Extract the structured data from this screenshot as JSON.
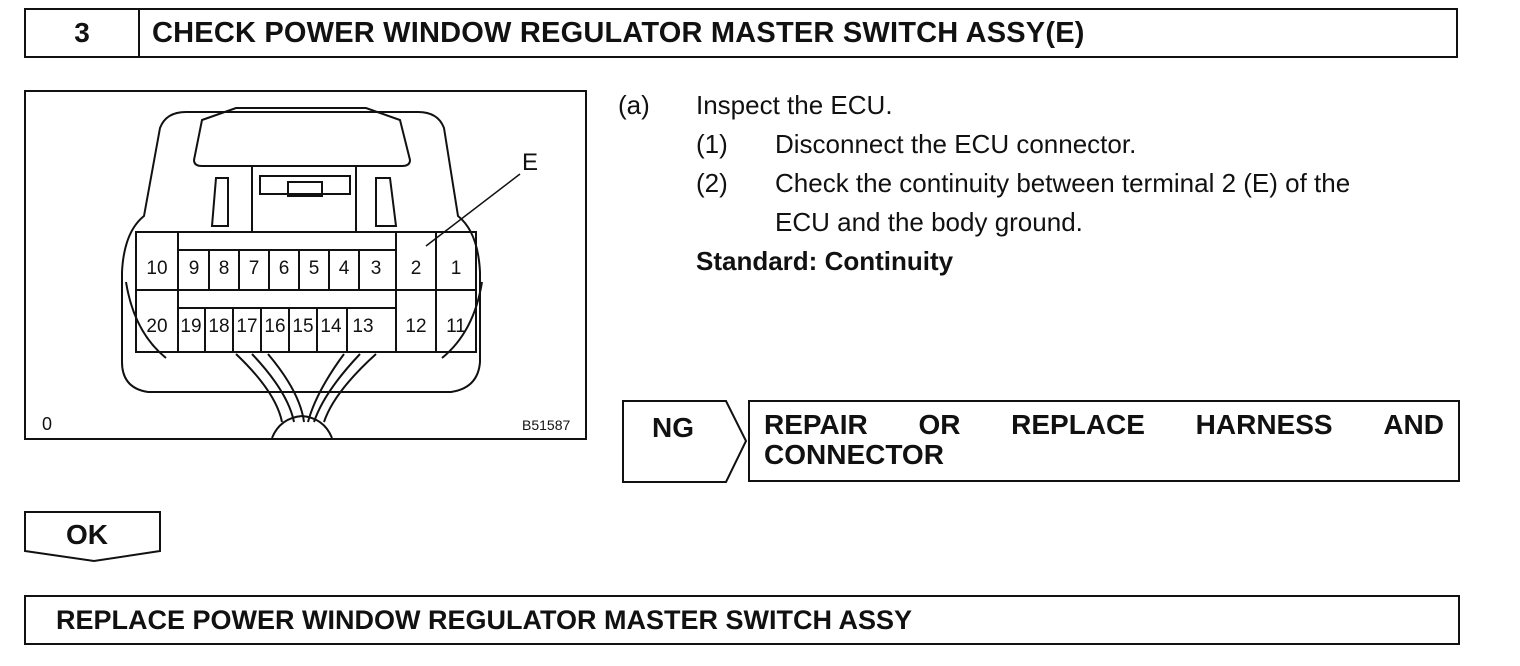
{
  "step": {
    "number": "3",
    "title": "CHECK POWER WINDOW REGULATOR MASTER SWITCH ASSY(E)"
  },
  "figure": {
    "terminal_marker": "E",
    "corner_label": "0",
    "figure_code": "B51587",
    "terminals_top": [
      "10",
      "9",
      "8",
      "7",
      "6",
      "5",
      "4",
      "3",
      "2",
      "1"
    ],
    "terminals_bottom": [
      "20",
      "19",
      "18",
      "17",
      "16",
      "15",
      "14",
      "13",
      "12",
      "11"
    ]
  },
  "instructions": {
    "a_label": "(a)",
    "a_text": "Inspect the ECU.",
    "s1_label": "(1)",
    "s1_text": "Disconnect the ECU connector.",
    "s2_label": "(2)",
    "s2_line1": "Check the continuity between terminal 2 (E) of the",
    "s2_line2": "ECU and the body ground.",
    "standard": "Standard: Continuity"
  },
  "ng": {
    "label": "NG",
    "result_words_line1": [
      "REPAIR",
      "OR",
      "REPLACE",
      "HARNESS",
      "AND"
    ],
    "result_line2": "CONNECTOR"
  },
  "ok": {
    "label": "OK"
  },
  "final": {
    "text": "REPLACE POWER WINDOW REGULATOR MASTER SWITCH ASSY"
  }
}
